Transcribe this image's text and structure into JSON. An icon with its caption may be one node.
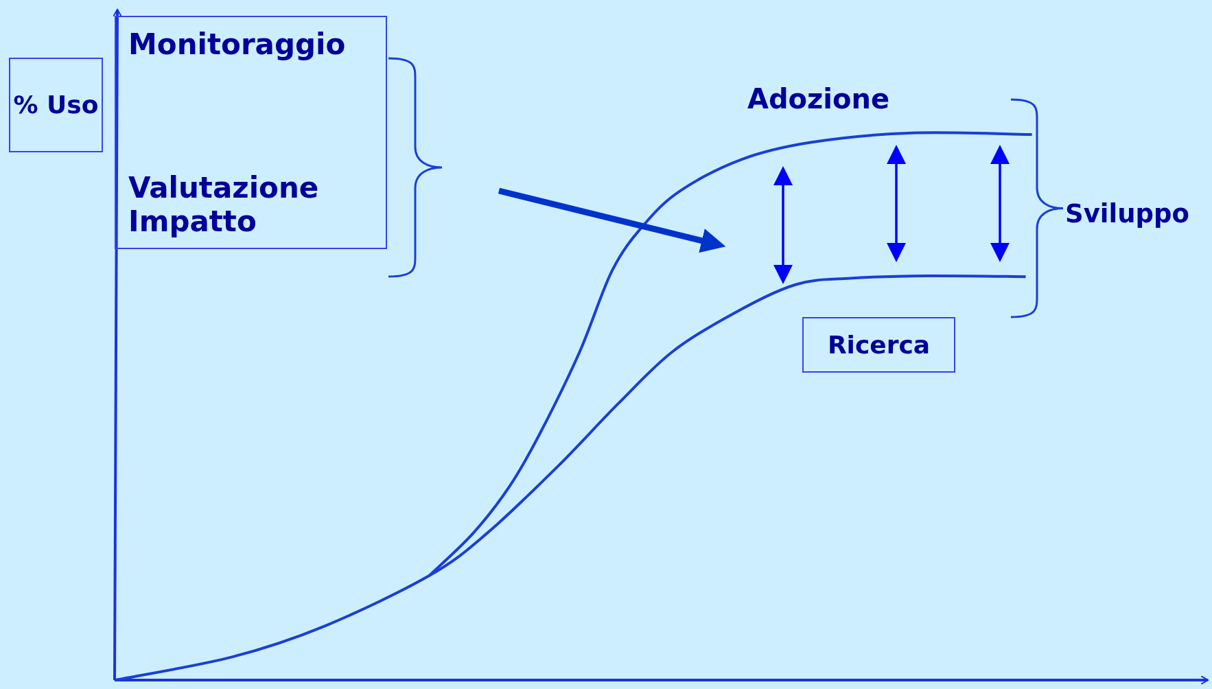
{
  "diagram": {
    "nodes": [
      {
        "text": [
          "% Uso"
        ]
      },
      {
        "text": [
          "Monitoraggio",
          "Valutazione Impatto"
        ]
      },
      {
        "text": [
          "Ricerca"
        ]
      }
    ],
    "labels": [
      "Adozione",
      "Sviluppo"
    ]
  }
}
